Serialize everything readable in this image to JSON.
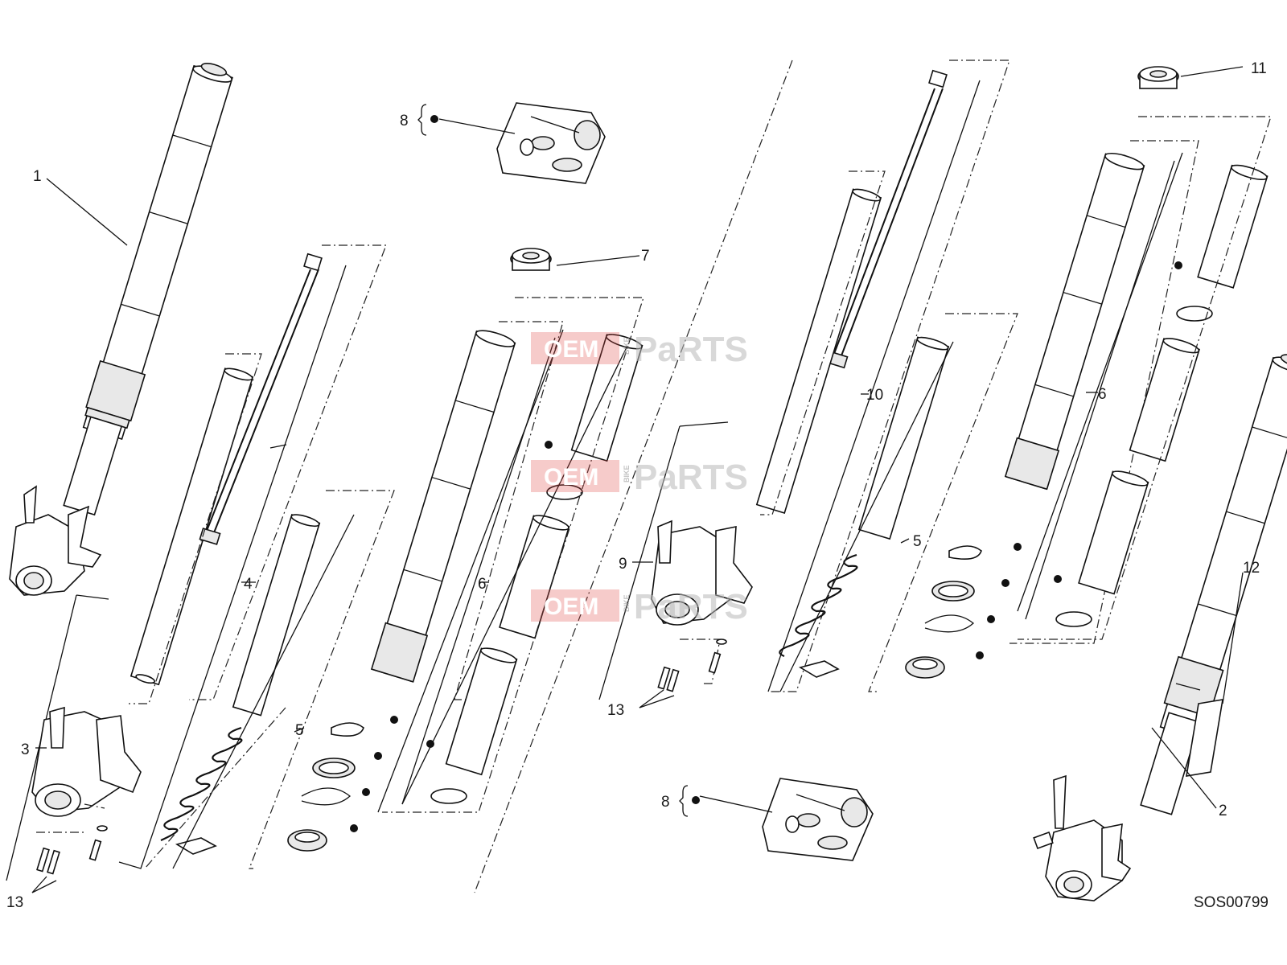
{
  "diagram": {
    "part_code": "SOS00799",
    "callouts": [
      {
        "id": "1",
        "text": "1"
      },
      {
        "id": "2",
        "text": "2"
      },
      {
        "id": "3",
        "text": "3"
      },
      {
        "id": "4",
        "text": "4"
      },
      {
        "id": "5a",
        "text": "5"
      },
      {
        "id": "5b",
        "text": "5"
      },
      {
        "id": "6a",
        "text": "6"
      },
      {
        "id": "6b",
        "text": "6"
      },
      {
        "id": "7",
        "text": "7"
      },
      {
        "id": "8a",
        "text": "8"
      },
      {
        "id": "8b",
        "text": "8"
      },
      {
        "id": "9",
        "text": "9"
      },
      {
        "id": "10",
        "text": "10"
      },
      {
        "id": "11",
        "text": "11"
      },
      {
        "id": "12",
        "text": "12"
      },
      {
        "id": "13a",
        "text": "13"
      },
      {
        "id": "13b",
        "text": "13"
      }
    ],
    "watermark": {
      "brand_left": "OEM",
      "brand_small": "BIKE",
      "brand_right": "PaRTS"
    }
  }
}
